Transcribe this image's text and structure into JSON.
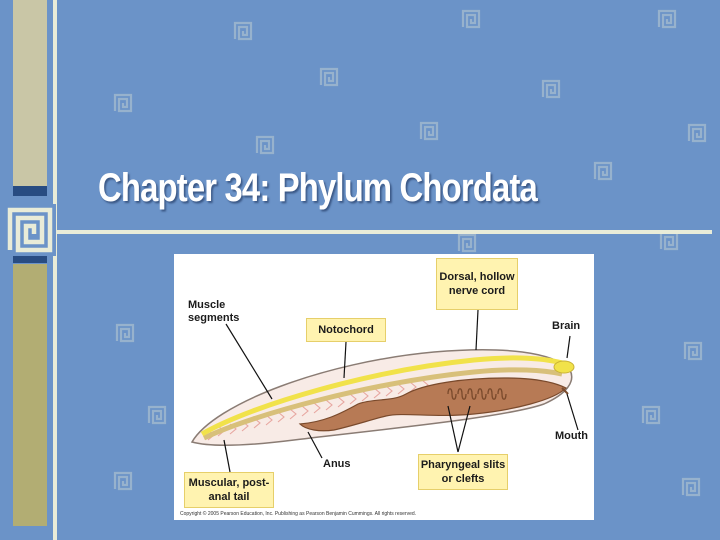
{
  "slide": {
    "title": "Chapter 34: Phylum Chordata",
    "colors": {
      "background": "#6b93c8",
      "accent_band": "#284c82",
      "strip_light": "#c9c6a6",
      "strip_olive": "#b2ad73"
    }
  },
  "figure": {
    "labels": {
      "dorsal": "Dorsal, hollow nerve cord",
      "muscle": "Muscle segments",
      "notochord": "Notochord",
      "brain": "Brain",
      "mouth": "Mouth",
      "anus": "Anus",
      "pharyngeal": "Pharyngeal slits or clefts",
      "tail": "Muscular, post-anal tail"
    },
    "copyright": "Copyright © 2005 Pearson Education, Inc. Publishing as Pearson Benjamin Cummings. All rights reserved."
  }
}
